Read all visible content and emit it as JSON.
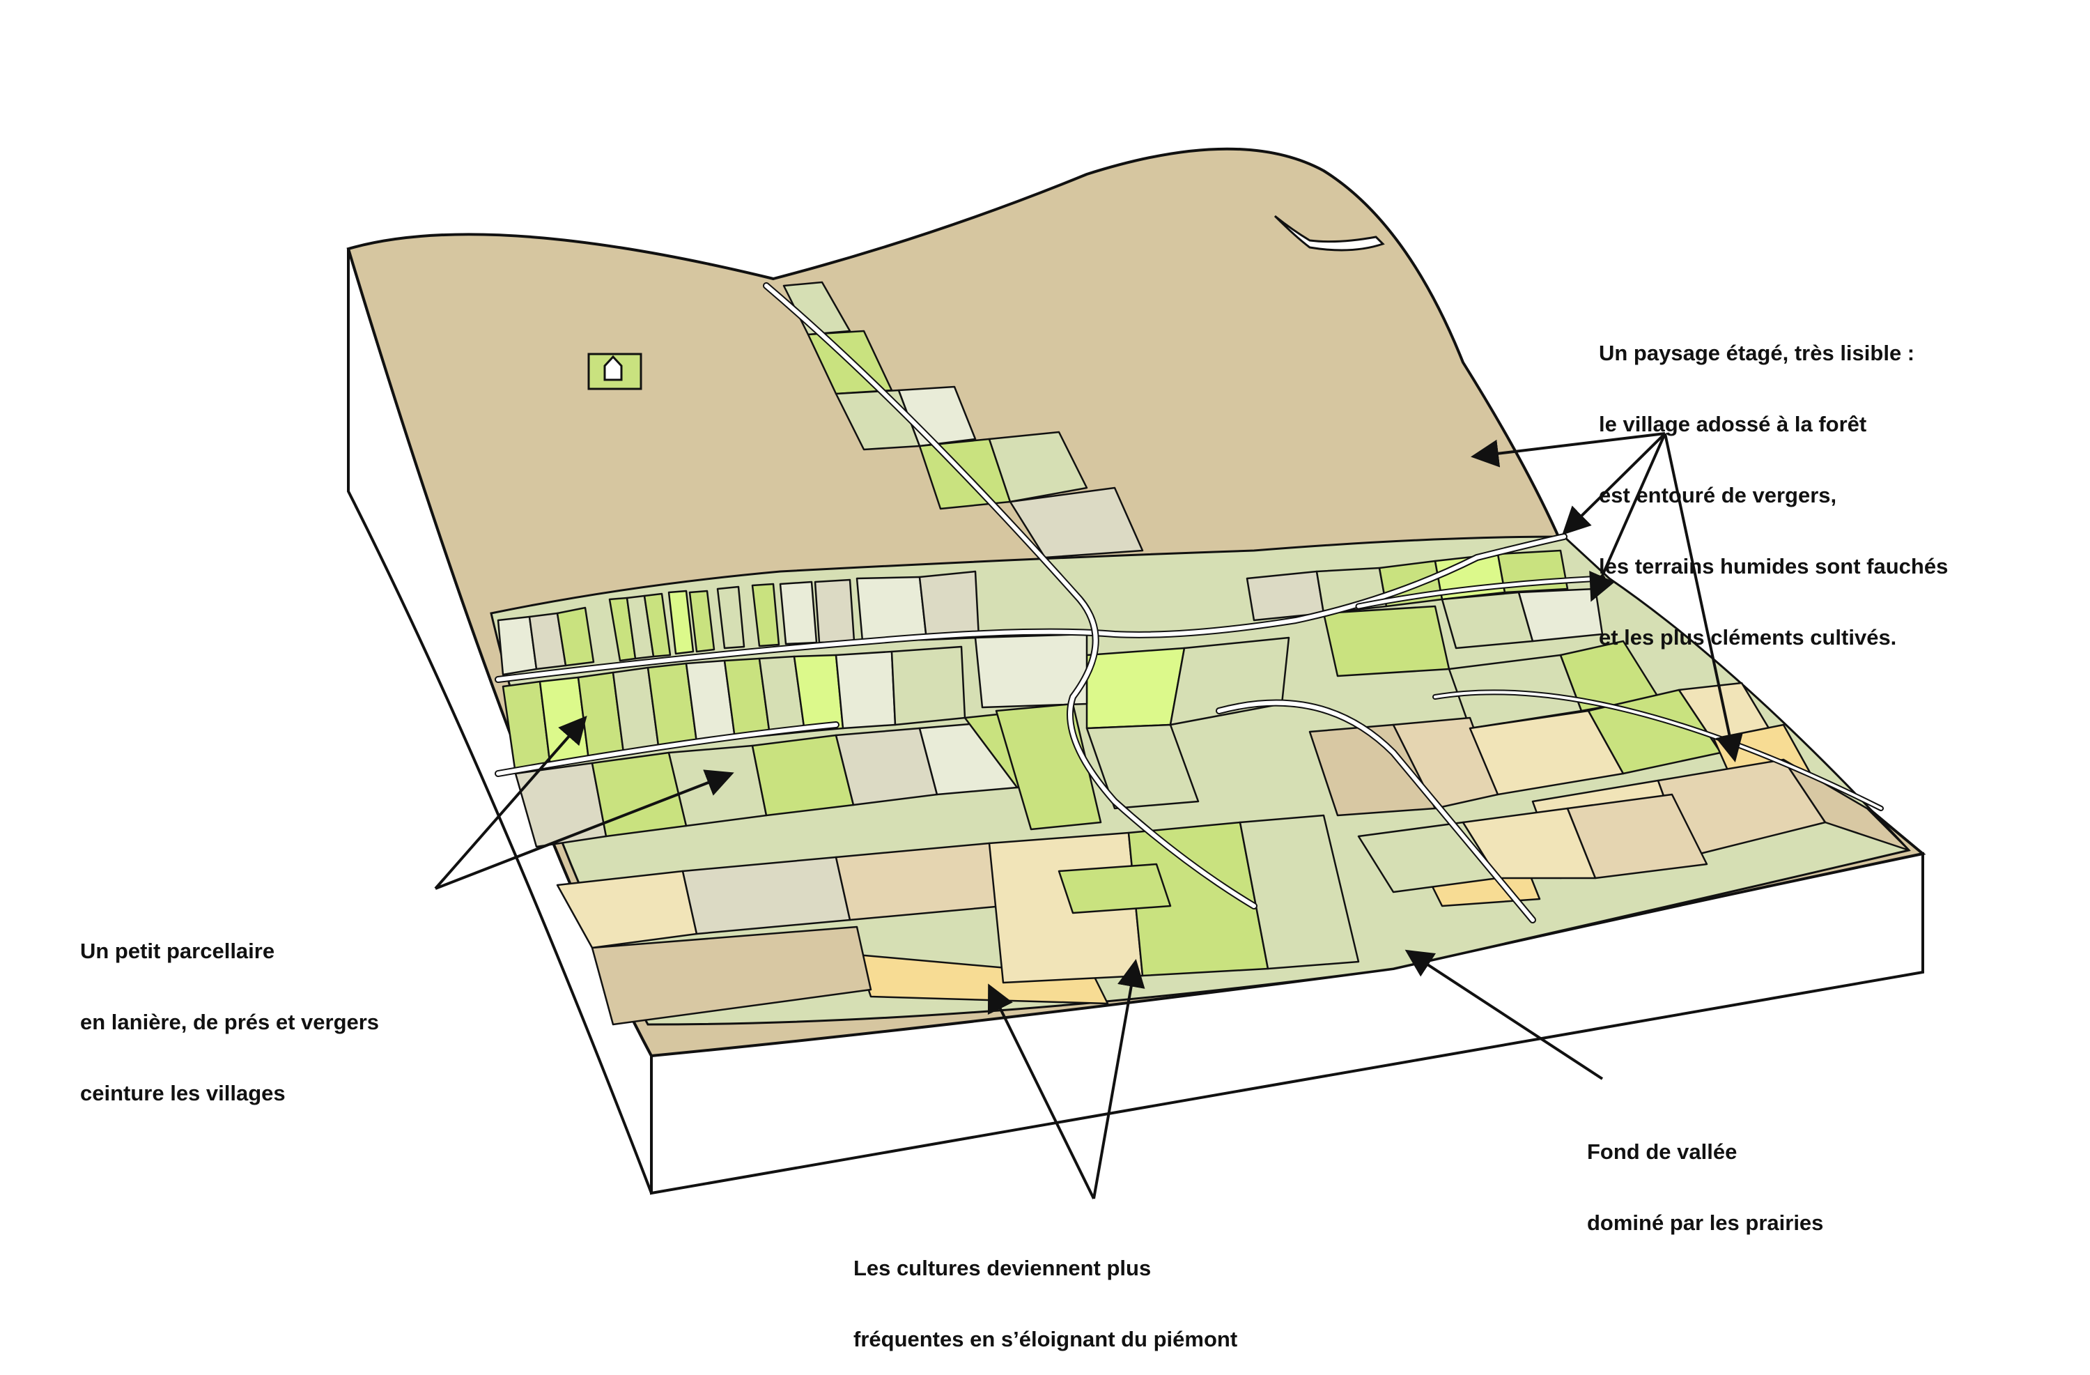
{
  "annotations": {
    "top_right": [
      "Un paysage étagé, très lisible :",
      "le village adossé à la forêt",
      "est entouré de vergers,",
      "les terrains humides sont fauchés",
      "et les plus cléments cultivés."
    ],
    "left": [
      "Un petit parcellaire",
      "en lanière, de prés et vergers",
      "ceinture les villages"
    ],
    "bottom_right": [
      "Fond de vallée",
      "dominé par les prairies"
    ],
    "bottom": [
      "Les cultures deviennent plus",
      "fréquentes en s’éloignant du piémont"
    ]
  },
  "colors": {
    "forest": "#d6c6a0",
    "orchard_green": "#c9e27f",
    "bright_green": "#dcf98b",
    "meadow": "#d6dfb4",
    "pale_meadow": "#e9ecd8",
    "grey_beige": "#dcdac4",
    "crop_light": "#f1e4b8",
    "crop_yellow": "#f7dc94",
    "crop_beige": "#e5d5b1",
    "crop_dark": "#d8c8a3",
    "road": "#ffffff",
    "outline": "#111111"
  }
}
